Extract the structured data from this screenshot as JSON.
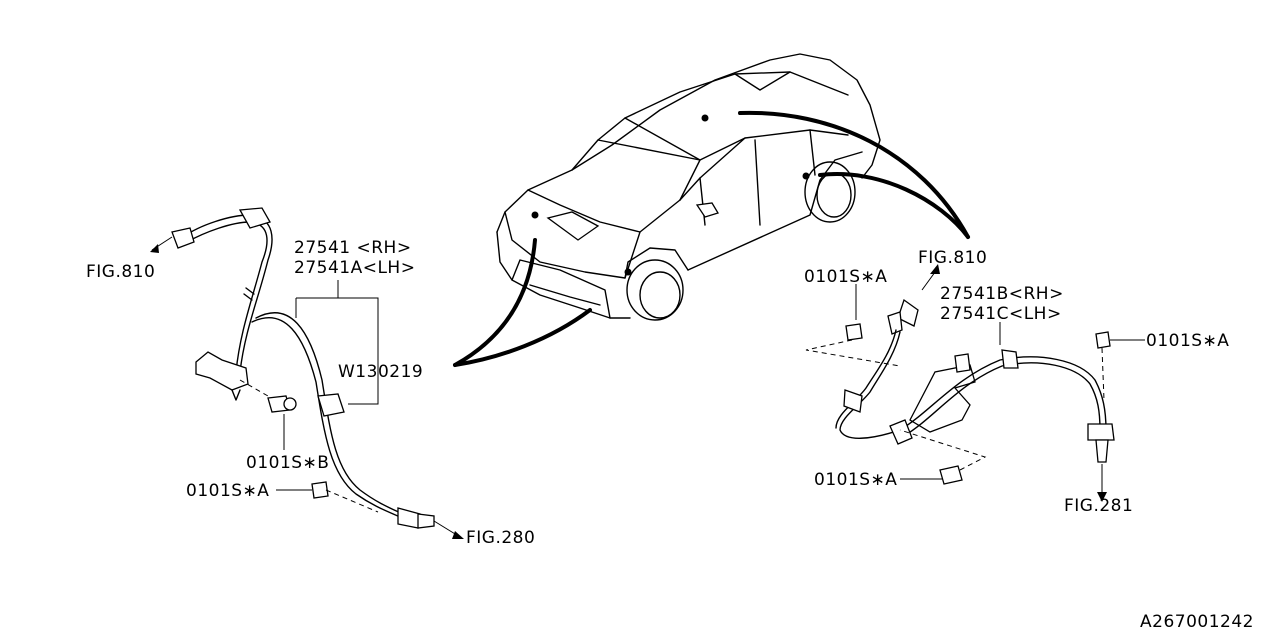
{
  "labels": {
    "fig810_left": "FIG.810",
    "pn_rh": "27541  <RH>",
    "pn_lh": "27541A<LH>",
    "w130219": "W130219",
    "bolt_b": "0101S∗B",
    "bolt_a_left": "0101S∗A",
    "fig280": "FIG.280",
    "fig810_right": "FIG.810",
    "bolt_a_right_top": "0101S∗A",
    "pn_b_rh": "27541B<RH>",
    "pn_c_lh": "27541C<LH>",
    "bolt_a_right": "0101S∗A",
    "bolt_a_right_bottom": "0101S∗A",
    "fig281": "FIG.281",
    "diagram_id": "A267001242"
  }
}
